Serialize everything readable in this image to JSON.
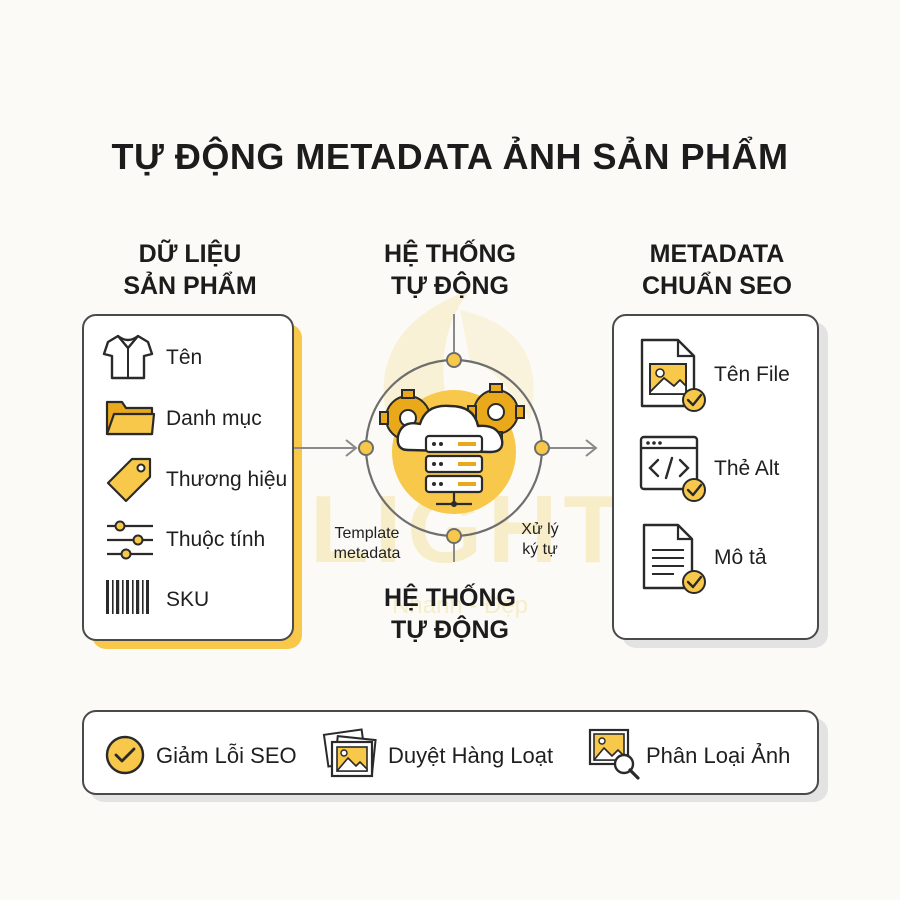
{
  "title": "TỰ ĐỘNG METADATA ẢNH SẢN PHẨM",
  "columns": {
    "input": {
      "heading_line1": "DỮ LIỆU",
      "heading_line2": "SẢN PHẨM"
    },
    "system": {
      "heading_line1": "HỆ THỐNG",
      "heading_line2": "TỰ ĐỘNG"
    },
    "output": {
      "heading_line1": "METADATA",
      "heading_line2": "CHUẨN SEO"
    }
  },
  "input_items": [
    {
      "label": "Tên",
      "icon": "shirt-icon"
    },
    {
      "label": "Danh mục",
      "icon": "folder-icon"
    },
    {
      "label": "Thương hiệu",
      "icon": "tag-icon"
    },
    {
      "label": "Thuộc tính",
      "icon": "sliders-icon"
    },
    {
      "label": "SKU",
      "icon": "barcode-icon"
    }
  ],
  "system": {
    "left_label_line1": "Template",
    "left_label_line2": "metadata",
    "right_label_line1": "Xử lý",
    "right_label_line2": "ký tự",
    "bottom_heading_line1": "HỆ THỐNG",
    "bottom_heading_line2": "TỰ ĐỘNG",
    "icon": "cloud-server-gears-icon"
  },
  "output_items": [
    {
      "label": "Tên File",
      "icon": "image-file-icon"
    },
    {
      "label": "Thẻ Alt",
      "icon": "code-window-icon"
    },
    {
      "label": "Mô tả",
      "icon": "document-icon"
    }
  ],
  "benefits": [
    {
      "label": "Giảm Lỗi SEO",
      "icon": "check-circle-icon"
    },
    {
      "label": "Duyệt Hàng Loạt",
      "icon": "photo-stack-icon"
    },
    {
      "label": "Phân Loại Ảnh",
      "icon": "image-search-icon"
    }
  ],
  "watermark": {
    "brand": "LIGHT",
    "tagline": "Nhanh - Đẹp"
  },
  "colors": {
    "accent": "#f7c84a",
    "accent_dark": "#e9a91a",
    "ink": "#2a2a2a",
    "line": "#8a8a8a"
  }
}
